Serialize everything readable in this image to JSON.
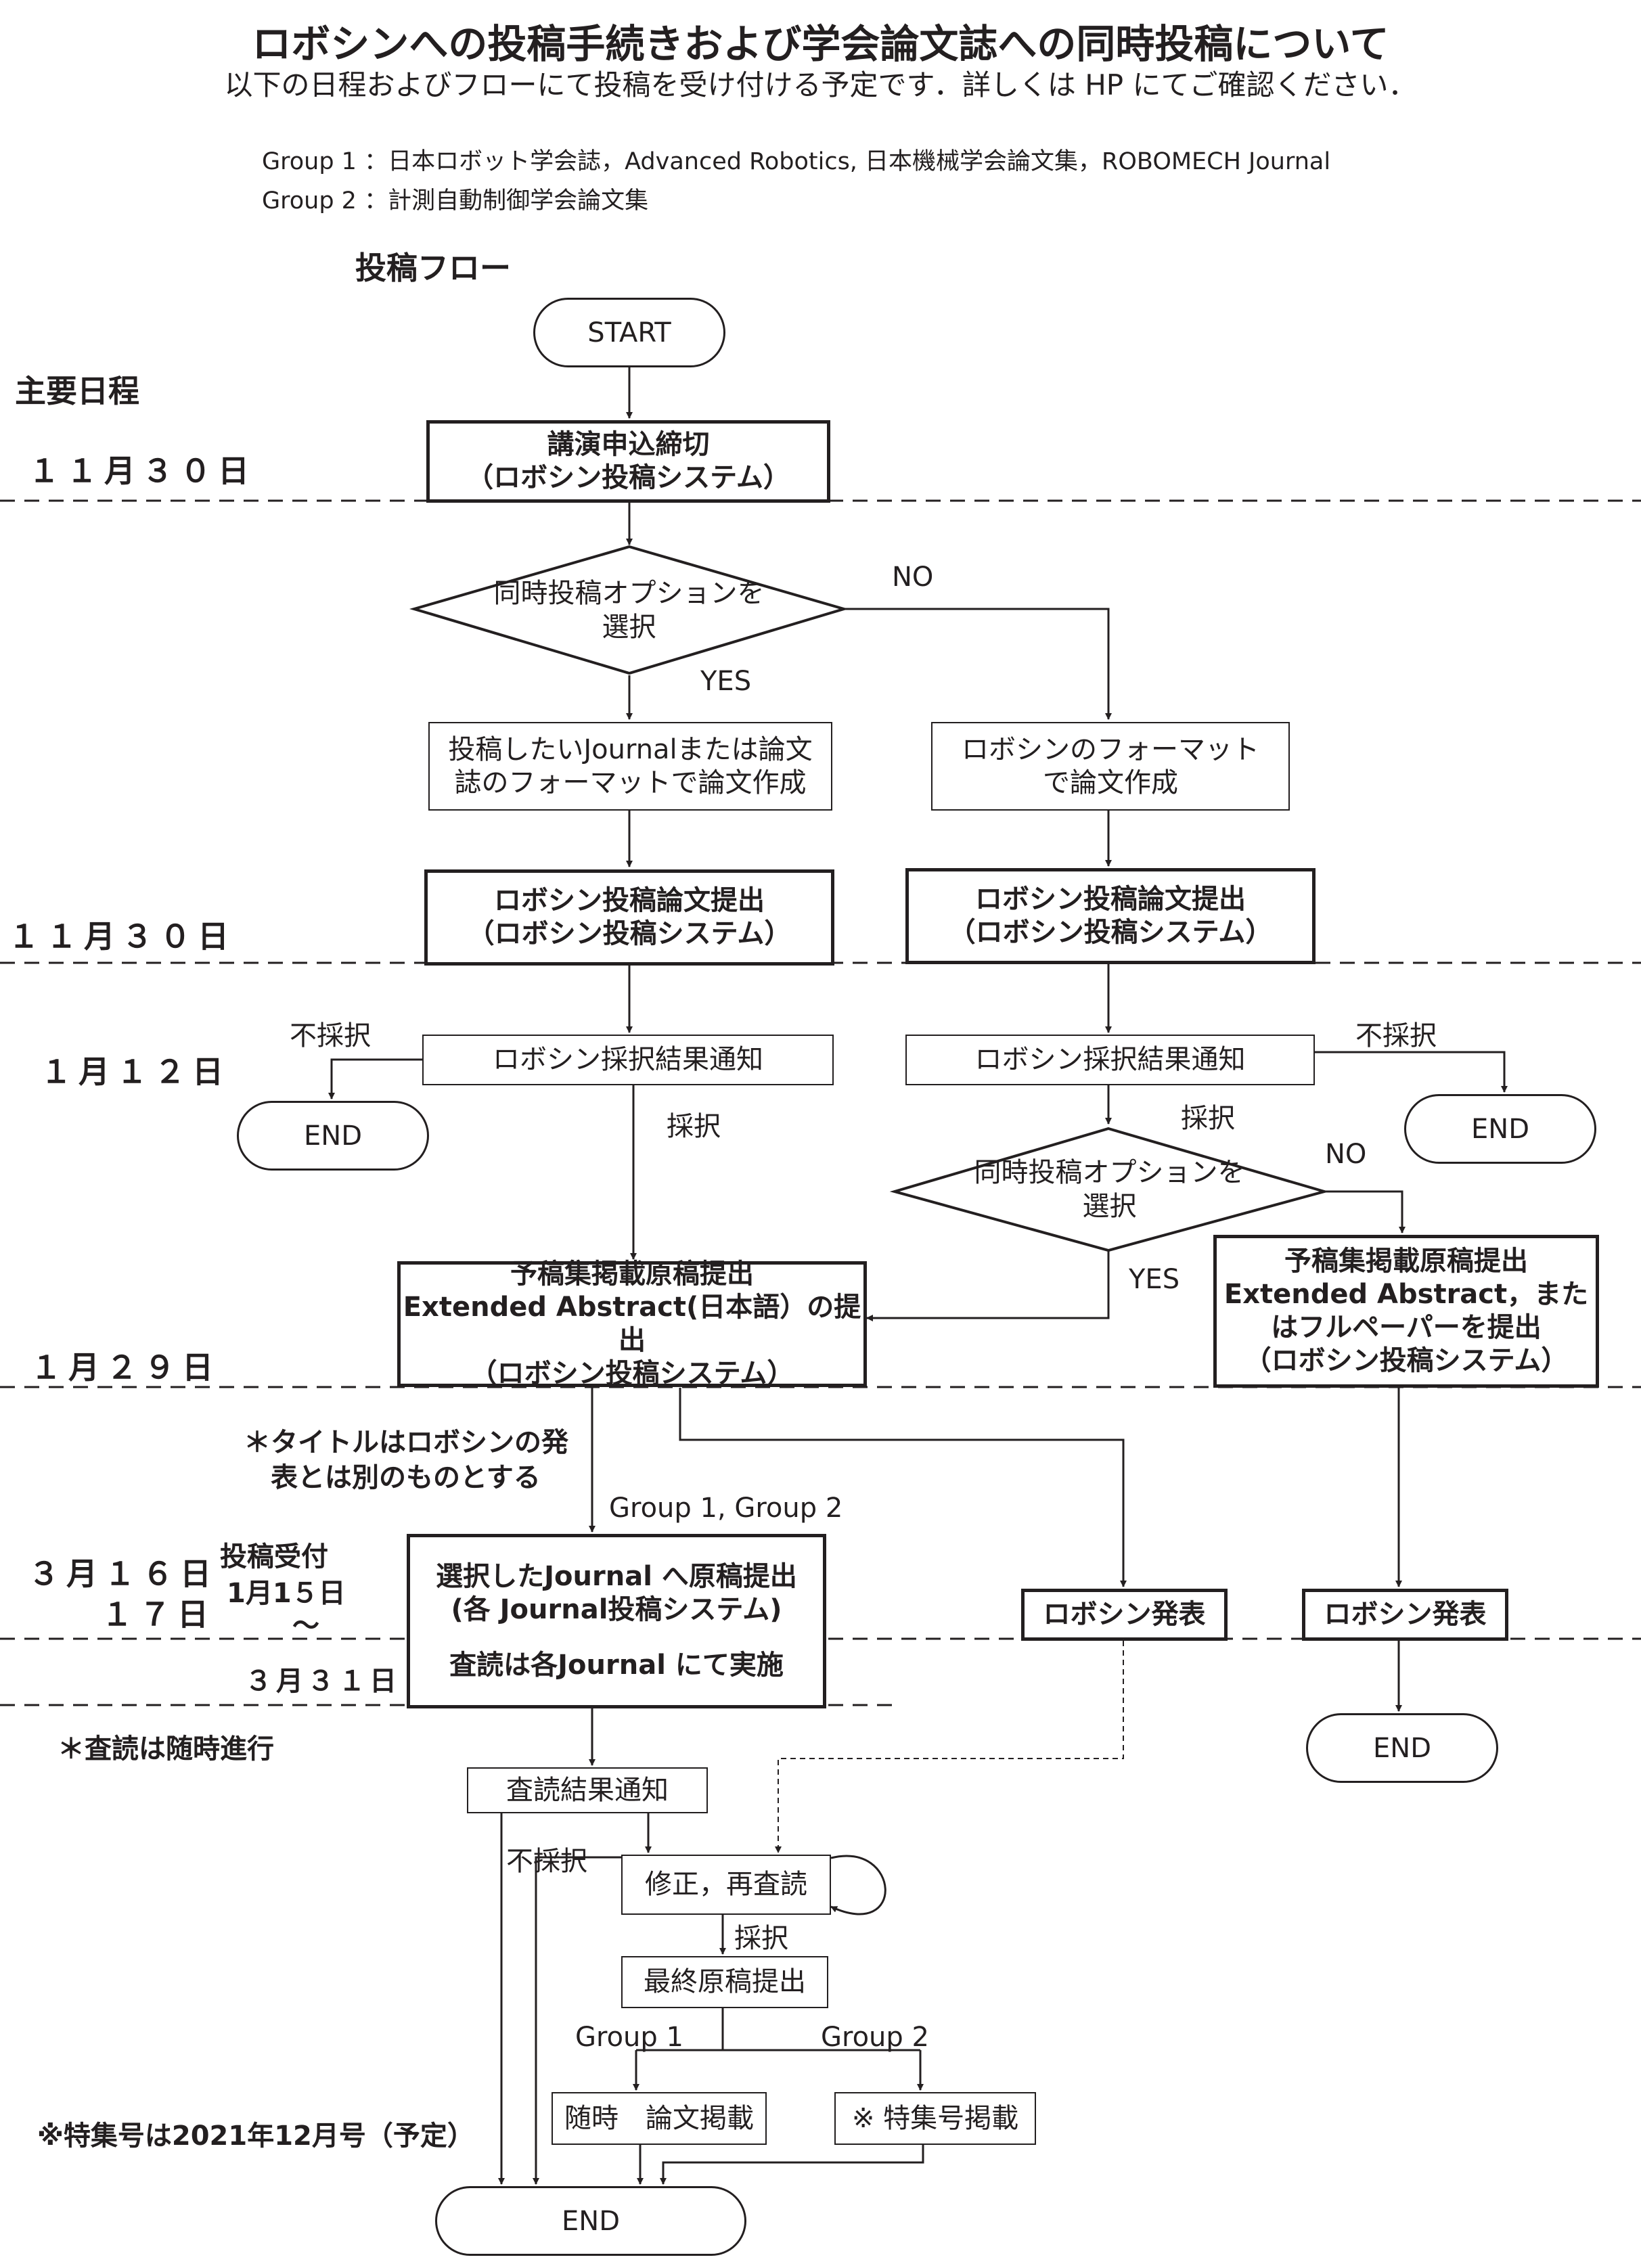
{
  "header": {
    "title": "ロボシンへの投稿手続きおよび学会論文誌への同時投稿について",
    "subtitle": "以下の日程およびフローにて投稿を受け付ける予定です．詳しくは HP にてご確認ください．",
    "group1": "Group 1 ：日本ロボット学会誌，Advanced Robotics, 日本機械学会論文集，ROBOMECH Journal",
    "group2": "Group 2 ：計測自動制御学会論文集",
    "flow_title": "投稿フロー",
    "schedule_title": "主要日程"
  },
  "dates": {
    "d1": "１１月３０日",
    "d2": "１１月３０日",
    "d3": "１月１２日",
    "d4": "１月２９日",
    "d5": "３月１６日",
    "d6": "１７日",
    "d7": "３月３１日",
    "accept_line1": "投稿受付",
    "accept_line2": "1月1５日",
    "accept_tilde": "～"
  },
  "terminals": {
    "start": "START",
    "end": "END"
  },
  "nodes": {
    "deadline": [
      "講演申込締切",
      "（ロボシン投稿システム）"
    ],
    "option1": [
      "同時投稿オプションを",
      "選択"
    ],
    "journal_format": [
      "投稿したいJournalまたは論文",
      "誌のフォーマットで論文作成"
    ],
    "robosym_format": [
      "ロボシンのフォーマット",
      "で論文作成"
    ],
    "submit_left": [
      "ロボシン投稿論文提出",
      "（ロボシン投稿システム）"
    ],
    "submit_right": [
      "ロボシン投稿論文提出",
      "（ロボシン投稿システム）"
    ],
    "result_left": "ロボシン採択結果通知",
    "result_right": "ロボシン採択結果通知",
    "option2": [
      "同時投稿オプションを",
      "選択"
    ],
    "ea_left": [
      "予稿集掲載原稿提出",
      "Extended Abstract(日本語）の提出",
      "（ロボシン投稿システム）"
    ],
    "ea_right": [
      "予稿集掲載原稿提出",
      "Extended Abstract，また",
      "はフルペーパーを提出",
      "（ロボシン投稿システム）"
    ],
    "journal_submit": [
      "選択したJournal へ原稿提出",
      "(各 Journal投稿システム)",
      "査読は各Journal にて実施"
    ],
    "present_left": "ロボシン発表",
    "present_right": "ロボシン発表",
    "review_result": "査読結果通知",
    "revise": "修正，再査読",
    "final": "最終原稿提出",
    "publish_any": "随時　論文掲載",
    "publish_special": "※ 特集号掲載"
  },
  "labels": {
    "no": "NO",
    "yes": "YES",
    "reject": "不採択",
    "accept": "採択",
    "group12": "Group 1, Group 2",
    "group1": "Group 1",
    "group2": "Group 2",
    "title_note": [
      "＊タイトルはロボシンの発",
      "表とは別のものとする"
    ],
    "review_note": "＊査読は随時進行",
    "special_note": "※特集号は2021年12月号（予定）"
  }
}
